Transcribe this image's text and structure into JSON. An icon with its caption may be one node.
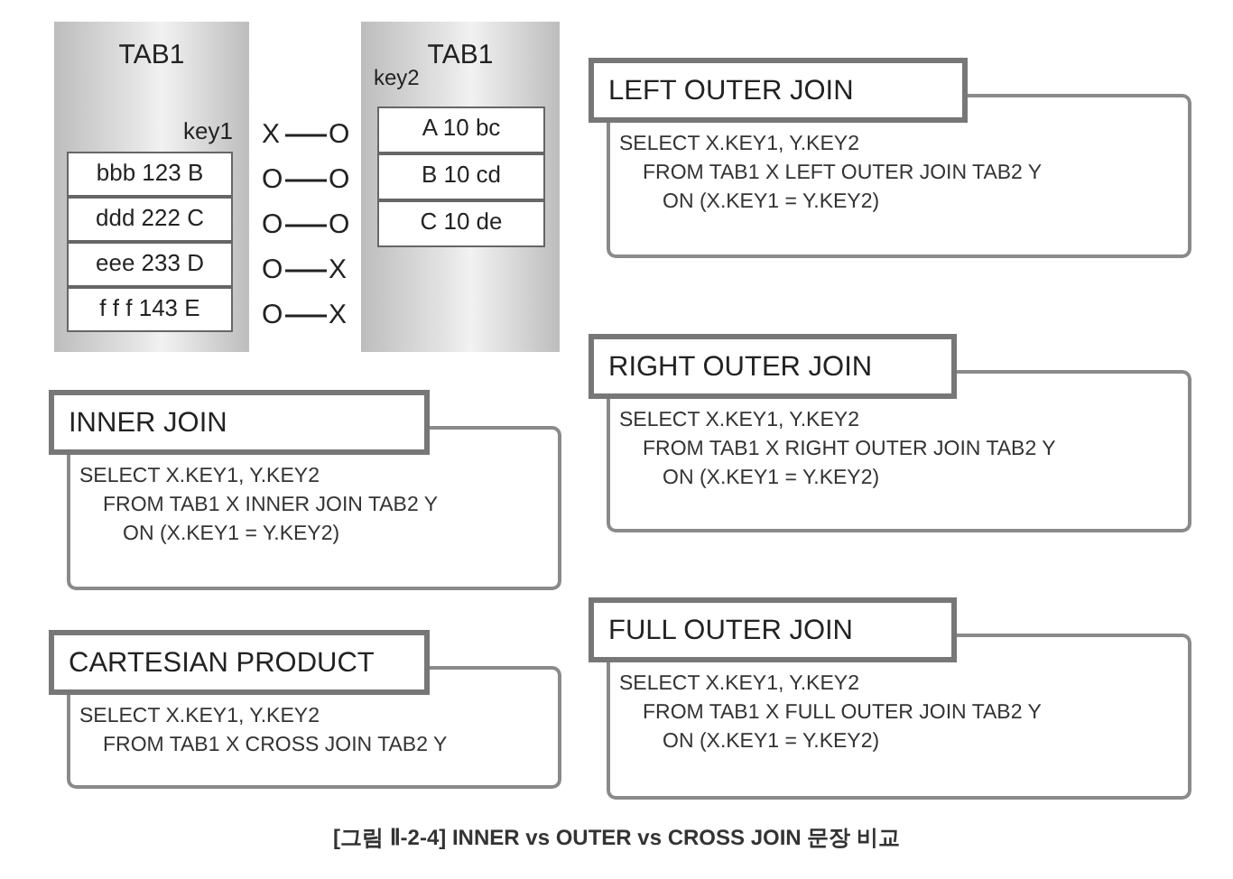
{
  "diagram": {
    "caption": "[그림 Ⅱ-2-4] INNER vs OUTER vs CROSS JOIN 문장 비교",
    "nodes": [
      {
        "text": [
          "TAB1",
          "key1"
        ]
      },
      {
        "text": [
          "bbb 123 B"
        ],
        "in": 0
      },
      {
        "text": [
          "ddd 222 C"
        ],
        "in": 0
      },
      {
        "text": [
          "eee 233 D"
        ],
        "in": 0
      },
      {
        "text": [
          "f f f 143 E"
        ],
        "in": 0
      },
      {
        "text": [
          "TAB1",
          "key2"
        ]
      },
      {
        "text": [
          "A 10 bc"
        ],
        "in": 5
      },
      {
        "text": [
          "B 10 cd"
        ],
        "in": 5
      },
      {
        "text": [
          "C 10 de"
        ],
        "in": 5
      },
      {
        "text": [
          "LEFT OUTER JOIN",
          "SELECT X.KEY1, Y.KEY2",
          "FROM TAB1 X LEFT OUTER JOIN TAB2 Y",
          "ON (X.KEY1 = Y.KEY2)"
        ]
      },
      {
        "text": [
          "INNER JOIN",
          "SELECT X.KEY1, Y.KEY2",
          "FROM TAB1 X INNER JOIN TAB2 Y",
          "ON (X.KEY1 = Y.KEY2)"
        ]
      },
      {
        "text": [
          "RIGHT OUTER JOIN",
          "SELECT X.KEY1, Y.KEY2",
          "FROM TAB1 X RIGHT OUTER JOIN TAB2 Y",
          "ON (X.KEY1 = Y.KEY2)"
        ]
      },
      {
        "text": [
          "CARTESIAN PRODUCT",
          "SELECT X.KEY1, Y.KEY2",
          "FROM TAB1 X CROSS JOIN TAB2 Y"
        ]
      },
      {
        "text": [
          "FULL OUTER JOIN",
          "SELECT X.KEY1, Y.KEY2",
          "FROM TAB1 X FULL OUTER JOIN TAB2 Y",
          "ON (X.KEY1 = Y.KEY2)"
        ]
      }
    ],
    "labels": [
      "X",
      "O",
      "O",
      "O",
      "O",
      "O",
      "O",
      "X",
      "O",
      "X"
    ]
  }
}
